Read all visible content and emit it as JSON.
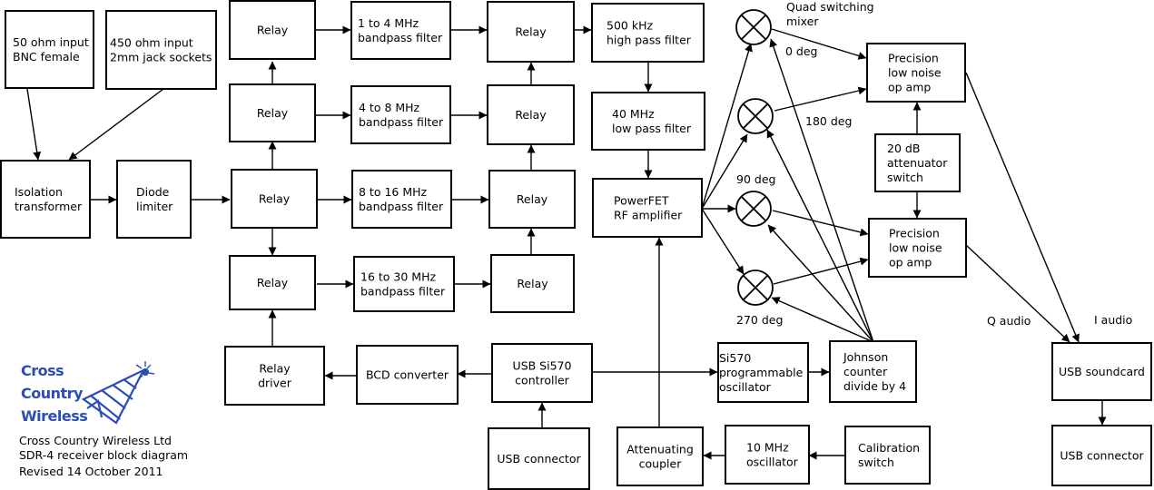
{
  "blocks": {
    "in50": [
      "50 ohm input",
      "BNC female"
    ],
    "in450": [
      "450 ohm input",
      "2mm jack sockets"
    ],
    "iso": [
      "Isolation",
      "transformer"
    ],
    "diode": [
      "Diode",
      "limiter"
    ],
    "relay_a1": [
      "Relay"
    ],
    "relay_a2": [
      "Relay"
    ],
    "relay_a3": [
      "Relay"
    ],
    "relay_a4": [
      "Relay"
    ],
    "bpf1": [
      "1 to 4 MHz",
      "bandpass filter"
    ],
    "bpf2": [
      "4 to 8 MHz",
      "bandpass filter"
    ],
    "bpf3": [
      "8 to 16 MHz",
      "bandpass filter"
    ],
    "bpf4": [
      "16 to 30 MHz",
      "bandpass filter"
    ],
    "relay_b1": [
      "Relay"
    ],
    "relay_b2": [
      "Relay"
    ],
    "relay_b3": [
      "Relay"
    ],
    "relay_b4": [
      "Relay"
    ],
    "hpf": [
      "500 kHz",
      "high pass filter"
    ],
    "lpf": [
      "40 MHz",
      "low pass filter"
    ],
    "rfamp": [
      "PowerFET",
      "RF amplifier"
    ],
    "relay_driver": [
      "Relay",
      "driver"
    ],
    "bcd": [
      "BCD converter"
    ],
    "si570ctl": [
      "USB Si570",
      "controller"
    ],
    "usbconn1": [
      "USB connector"
    ],
    "si570osc": [
      "Si570",
      "programmable",
      "oscillator"
    ],
    "johnson": [
      "Johnson",
      "counter",
      "divide by 4"
    ],
    "atten_coupler": [
      "Attenuating",
      "coupler"
    ],
    "osc10": [
      "10 MHz",
      "oscillator"
    ],
    "calsw": [
      "Calibration",
      "switch"
    ],
    "opamp1": [
      "Precision",
      "low noise",
      "op amp"
    ],
    "attsw": [
      "20 dB",
      "attenuator",
      "switch"
    ],
    "opamp2": [
      "Precision",
      "low noise",
      "op amp"
    ],
    "soundcard": [
      "USB soundcard"
    ],
    "usbconn2": [
      "USB connector"
    ]
  },
  "labels": {
    "mixer_title": [
      "Quad switching",
      "mixer"
    ],
    "deg0": "0 deg",
    "deg180": "180 deg",
    "deg90": "90 deg",
    "deg270": "270 deg",
    "q_audio": "Q audio",
    "i_audio": "I audio"
  },
  "logo": {
    "lines": [
      "Cross",
      "Country",
      "Wireless"
    ],
    "color": "#2a4db8"
  },
  "caption": [
    "Cross Country Wireless Ltd",
    "SDR-4 receiver block diagram",
    "Revised 14 October 2011"
  ]
}
